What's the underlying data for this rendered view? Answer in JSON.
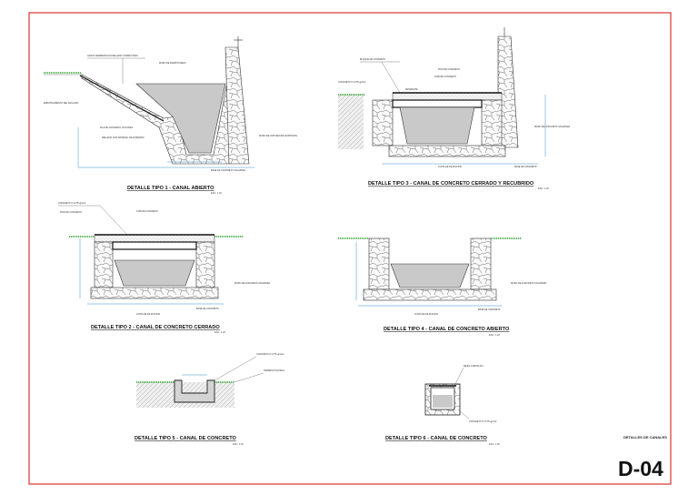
{
  "sheet": {
    "code": "D-04",
    "name": "DETALLES DE CANALES"
  },
  "details": [
    {
      "id": "tipo1",
      "title": "DETALLE TIPO 1 - CANAL ABIERTO",
      "scale": "ESC: 1:20",
      "labels": [
        "GRASS SEMBRADO EN RELLENO COMPACTADO",
        "MURO DE MAMPOSTERIA",
        "EMPOTRAMIENTO DEL ANCLADO",
        "FILA DE CONCRETO CICLOPEO",
        "RELLENO CON MATERIAL DE AFIRMADO",
        "MURO DE CONTENCION EXISTENTE",
        "BASE DE CONCRETO SOLAPERA"
      ]
    },
    {
      "id": "tipo2",
      "title": "DETALLE TIPO 2 - CANAL DE CONCRETO CERRADO",
      "scale": "ESC: 1:20",
      "labels": [
        "CONCRETO f'c=175 kg/cm2",
        "PISO DE CONCRETO",
        "TAPA DE CONCRETO",
        "MURO DE CONCRETO SOLAPERA",
        "JUNTA DE DILATACION",
        "BASE DE CONCRETO"
      ]
    },
    {
      "id": "tipo3",
      "title": "DETALLE TIPO 3 - CANAL DE CONCRETO CERRADO Y RECUBRIDO",
      "scale": "ESC: 1:20",
      "labels": [
        "BLOQUE DE CONCRETO",
        "PISO DE CONCRETO",
        "TAPA DE CONCRETO",
        "CONCRETO f'c=175 kg/cm2",
        "PENDIENTE",
        "MURO DE CONCRETO SOLAPERA",
        "JUNTA DE DILATACION",
        "BASE DE CONCRETO"
      ]
    },
    {
      "id": "tipo4",
      "title": "DETALLE TIPO 4 - CANAL DE CONCRETO ABIERTO",
      "scale": "ESC: 1:20",
      "labels": [
        "MURO DE CONCRETO SOLAPERA",
        "JUNTA DE DILATACION",
        "BASE DE CONCRETO"
      ]
    },
    {
      "id": "tipo5",
      "title": "DETALLE TIPO 5 - CANAL DE CONCRETO",
      "scale": "ESC: 1:20",
      "labels": [
        "CONCRETO f'c=175 kg/cm2",
        "TERRENO NATURAL"
      ]
    },
    {
      "id": "tipo6",
      "title": "DETALLE TIPO 6 - CANAL DE CONCRETO",
      "scale": "ESC: 1:20",
      "labels": [
        "REJILLA METALICA",
        "CONCRETO f'c=175 kg/cm2"
      ]
    }
  ]
}
